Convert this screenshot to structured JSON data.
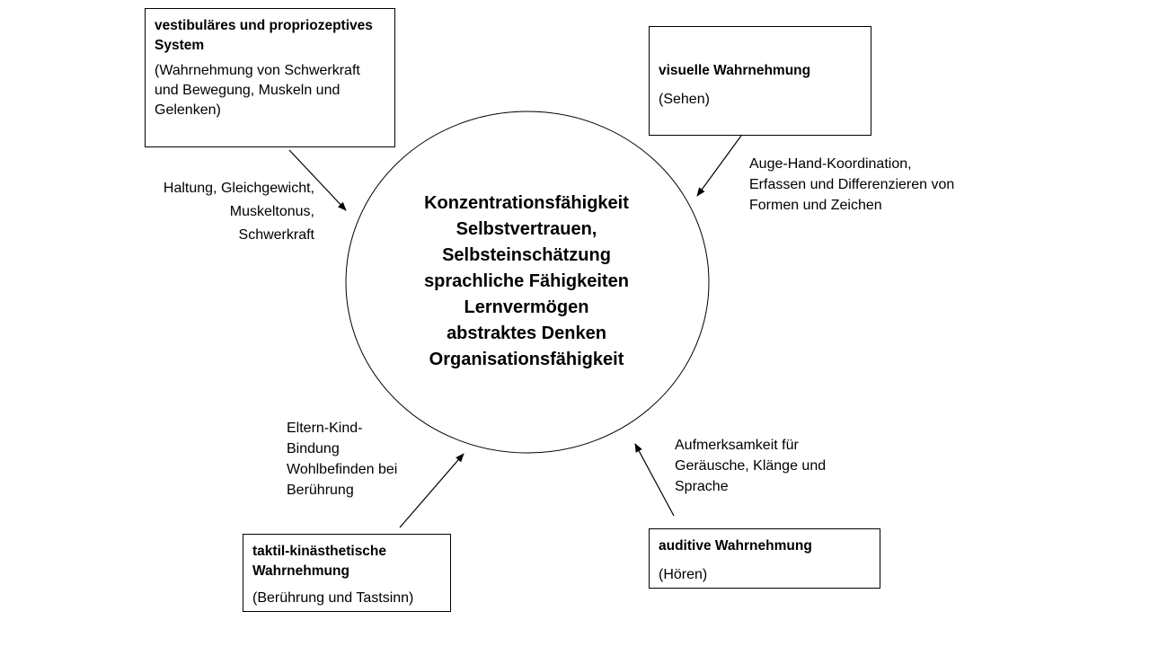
{
  "center": {
    "lines": [
      "Konzentrationsfähigkeit",
      "Selbstvertrauen,",
      "Selbsteinschätzung",
      "sprachliche Fähigkeiten",
      "Lernvermögen",
      "abstraktes Denken",
      "Organisationsfähigkeit"
    ]
  },
  "boxes": {
    "vestibular": {
      "title": "vestibuläres und propriozeptives System",
      "desc": "(Wahrnehmung von Schwerkraft und Bewegung, Muskeln und Gelenken)"
    },
    "visual": {
      "title": "visuelle Wahrnehmung",
      "desc": "(Sehen)"
    },
    "tactile": {
      "title": "taktil-kinästhetische Wahrnehmung",
      "desc": "(Berührung und Tastsinn)"
    },
    "auditory": {
      "title": "auditive Wahrnehmung",
      "desc": "(Hören)"
    }
  },
  "labels": {
    "vestibular": [
      "Haltung, Gleichgewicht,",
      "Muskeltonus,",
      "Schwerkraft"
    ],
    "visual": [
      "Auge-Hand-Koordination,",
      "Erfassen und Differenzieren von",
      "Formen und Zeichen"
    ],
    "tactile": [
      "Eltern-Kind-",
      "Bindung",
      "Wohlbefinden bei",
      "Berührung"
    ],
    "auditory": [
      "Aufmerksamkeit für",
      "Geräusche, Klänge und",
      "Sprache"
    ]
  }
}
